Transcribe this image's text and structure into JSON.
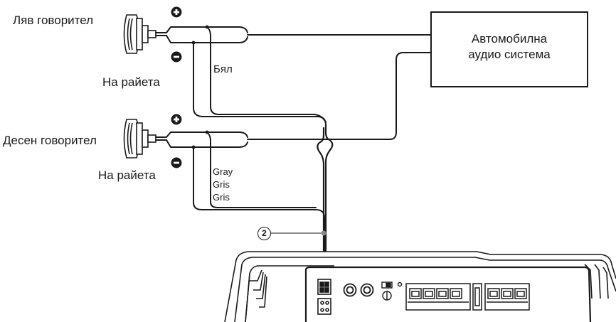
{
  "labels": {
    "left_speaker": "Ляв говорител",
    "right_speaker": "Десен говорител",
    "in_series_top": "На райета",
    "in_series_bottom": "На райета",
    "white_wire": "Бял",
    "gray_wire_en": "Gray",
    "gray_wire_fr": "Gris",
    "gray_wire_es": "Gris",
    "car_audio_line1": "Автомобилна",
    "car_audio_line2": "аудио система",
    "callout_number": "2"
  },
  "colors": {
    "line": "#1a1a1a",
    "background": "#ffffff",
    "callout_dot": "#8a8a8a"
  },
  "icons": {
    "plus": "plus-circle-icon",
    "minus": "minus-circle-icon",
    "speaker": "speaker-icon",
    "amplifier": "amplifier-icon"
  }
}
